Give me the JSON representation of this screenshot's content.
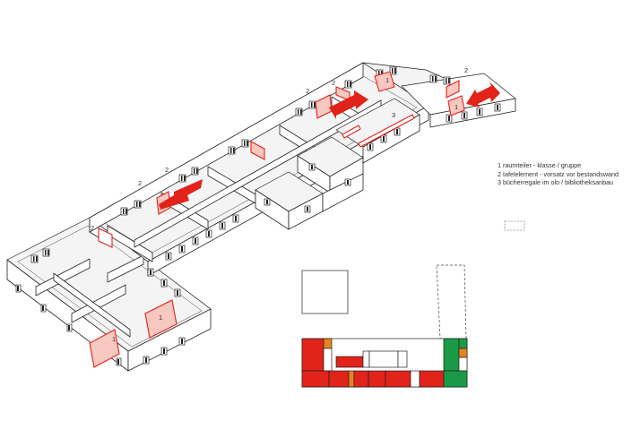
{
  "legend": {
    "item1": "1 raumteiler - klasse / gruppe",
    "item2": "2 tafelelement - vorsatz vor bestandswand",
    "item3": "3 bücherregale im olo / bibliotheksanbau"
  },
  "labels": {
    "n1": "1",
    "n2": "2",
    "n3": "3"
  },
  "colors": {
    "red": "#e2231a",
    "green": "#1a9a46",
    "orange": "#e8821e",
    "outline": "#222222"
  }
}
